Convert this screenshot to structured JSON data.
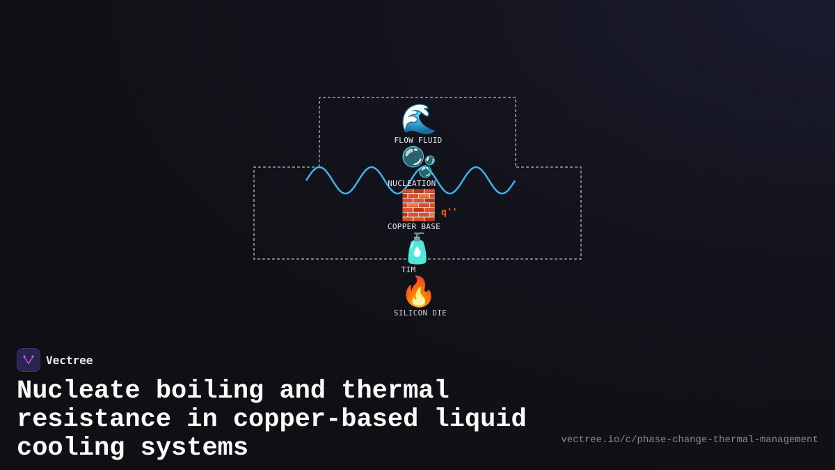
{
  "diagram": {
    "nodes": [
      {
        "label": "FLOW FLUID",
        "icon": "wave-icon",
        "glyph": "🌊"
      },
      {
        "label": "NUCLEATION",
        "icon": "bubbles-icon",
        "glyph": "🫧"
      },
      {
        "label": "COPPER BASE",
        "icon": "brick-icon",
        "glyph": "🧱"
      },
      {
        "label": "TIM",
        "icon": "lotion-bottle-icon",
        "glyph": "🧴"
      },
      {
        "label": "SILICON DIE",
        "icon": "fire-icon",
        "glyph": "🔥"
      }
    ],
    "heat_flux_label": "q''",
    "colors": {
      "wave": "#38b6f0",
      "boundary": "#9aa0ad",
      "heat_flux": "#f06a1c"
    }
  },
  "brand": {
    "name": "Vectree"
  },
  "title": "Nucleate boiling and thermal resistance in copper-based liquid cooling systems",
  "url": "vectree.io/c/phase-change-thermal-management"
}
